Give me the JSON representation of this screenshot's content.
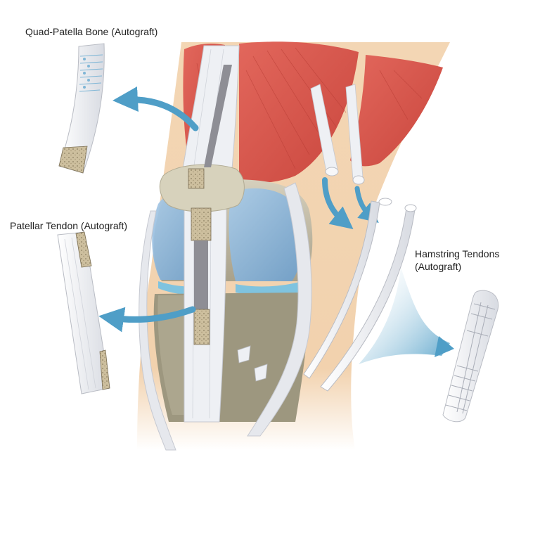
{
  "labels": {
    "quad_patella": "Quad-Patella Bone (Autograft)",
    "patellar_tendon": "Patellar Tendon (Autograft)",
    "hamstring_line1": "Hamstring Tendons",
    "hamstring_line2": "(Autograft)"
  },
  "colors": {
    "muscle": "#d9584e",
    "tendon": "#eef0f4",
    "bone": "#cdc7b4",
    "cartilage": "#8db7dc",
    "meniscus": "#7fc3df",
    "skin": "#f1d1ad",
    "arrow": "#4f9ec7"
  }
}
